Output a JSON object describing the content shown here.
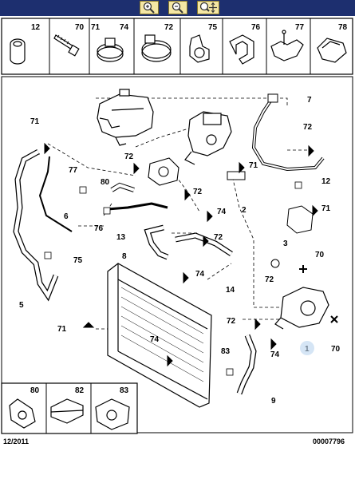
{
  "toolbar": {
    "buttons": [
      {
        "name": "zoom-in-button",
        "icon": "magnifier-plus-icon"
      },
      {
        "name": "zoom-out-button",
        "icon": "magnifier-minus-icon"
      },
      {
        "name": "zoom-pan-button",
        "icon": "magnifier-move-icon"
      }
    ]
  },
  "header_parts": [
    "12",
    "70",
    "71",
    "74",
    "72",
    "75",
    "76",
    "77",
    "78"
  ],
  "callouts": {
    "n1": "1",
    "n2": "2",
    "n3": "3",
    "n5": "5",
    "n6": "6",
    "n7": "7",
    "n8": "8",
    "n9": "9",
    "n12": "12",
    "n13": "13",
    "n14": "14",
    "n70a": "70",
    "n70b": "70",
    "n71a": "71",
    "n71b": "71",
    "n71c": "71",
    "n71d": "71",
    "n72a": "72",
    "n72b": "72",
    "n72c": "72",
    "n72d": "72",
    "n72e": "72",
    "n72f": "72",
    "n74a": "74",
    "n74b": "74",
    "n74c": "74",
    "n74d": "74",
    "n75": "75",
    "n76": "76",
    "n77": "77",
    "n80": "80",
    "n83": "83"
  },
  "footer_parts": [
    "80",
    "82",
    "83"
  ],
  "date": "12/2011",
  "reference": "00007796",
  "colors": {
    "toolbar": "#1d2f6f",
    "button": "#f4e7a4",
    "highlight": "#b9d3ee"
  }
}
